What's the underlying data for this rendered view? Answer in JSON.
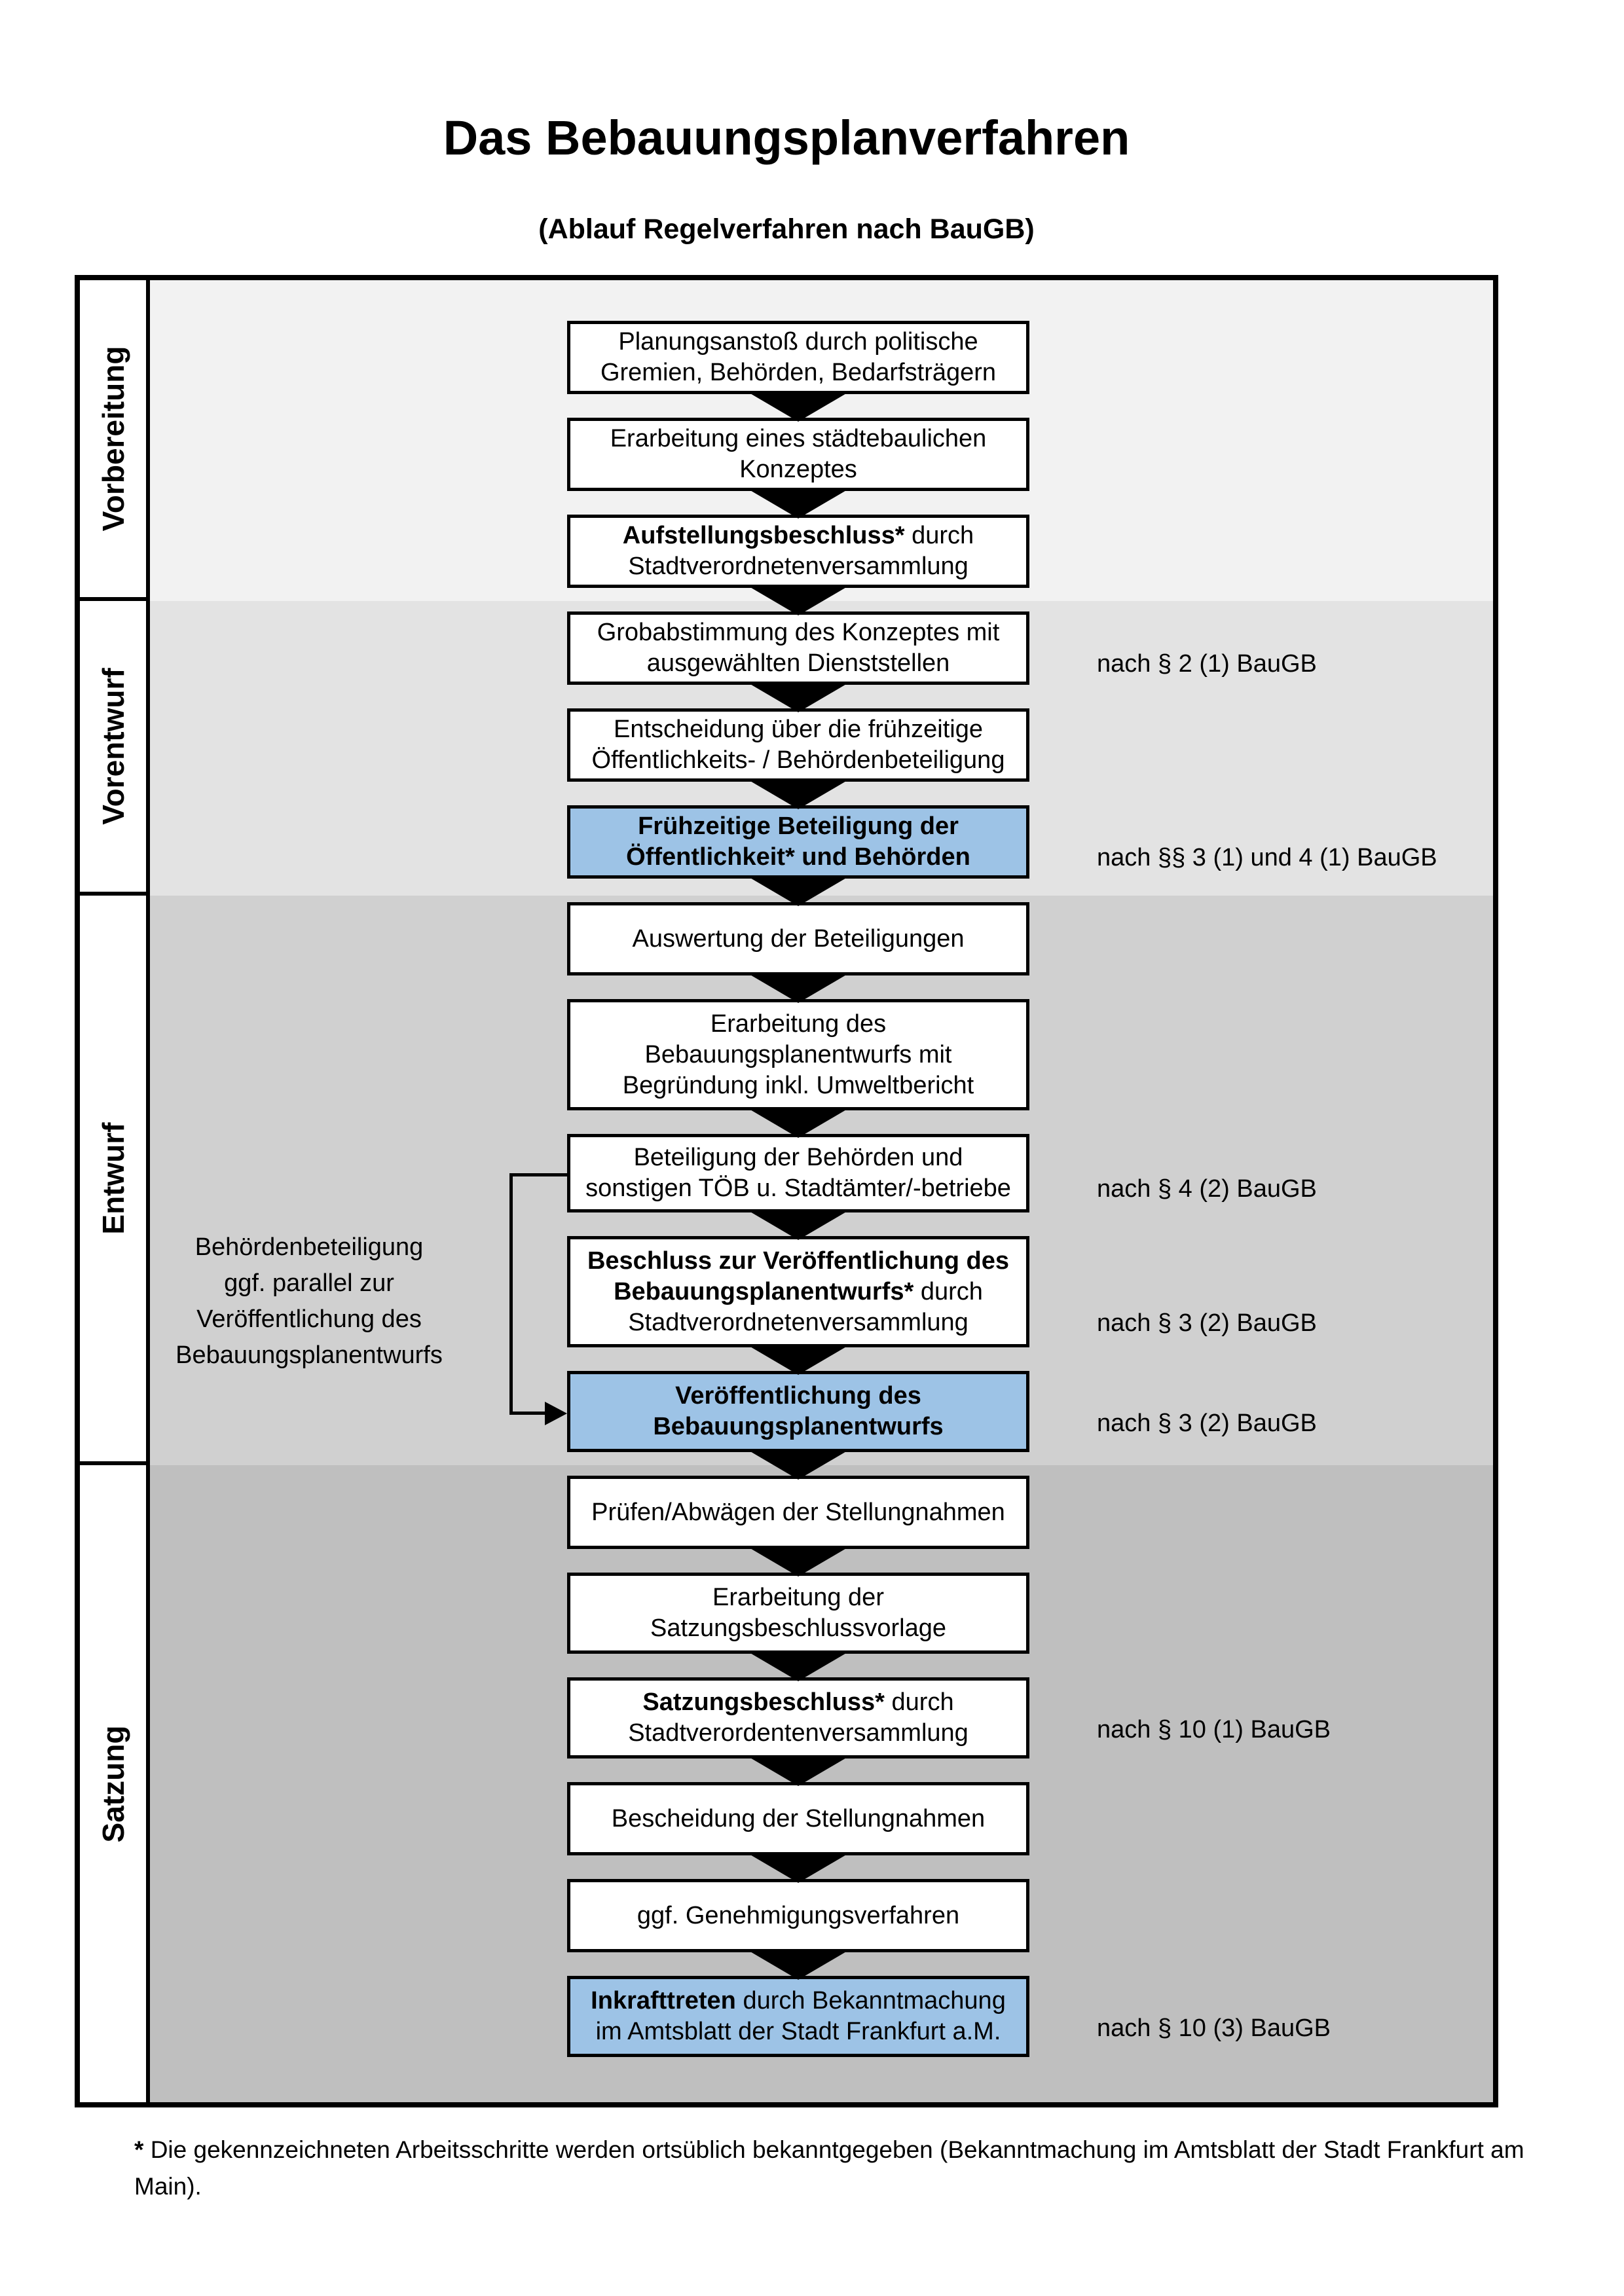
{
  "page": {
    "title": "Das Bebauungsplanverfahren",
    "subtitle": "(Ablauf Regelverfahren nach BauGB)"
  },
  "colors": {
    "highlight_blue": "#9dc3e6",
    "band_vorbereitung": "#f2f2f2",
    "band_vorentwurf": "#e3e3e3",
    "band_entwurf": "#d0d0d0",
    "band_satzung": "#bfbfbf",
    "box_border": "#000000"
  },
  "phases": [
    {
      "label": "Vorbereitung"
    },
    {
      "label": "Vorentwurf"
    },
    {
      "label": "Entwurf"
    },
    {
      "label": "Satzung"
    }
  ],
  "steps": [
    {
      "highlight": false,
      "lines": [
        {
          "bold": "",
          "rest": "Planungsanstoß durch politische"
        },
        {
          "bold": "",
          "rest": "Gremien, Behörden, Bedarfsträgern"
        }
      ]
    },
    {
      "highlight": false,
      "lines": [
        {
          "bold": "",
          "rest": "Erarbeitung eines städtebaulichen"
        },
        {
          "bold": "",
          "rest": "Konzeptes"
        }
      ]
    },
    {
      "highlight": false,
      "lines": [
        {
          "bold": "Aufstellungsbeschluss*",
          "rest": " durch"
        },
        {
          "bold": "",
          "rest": "Stadtverordnetenversammlung"
        }
      ]
    },
    {
      "highlight": false,
      "lines": [
        {
          "bold": "",
          "rest": "Grobabstimmung des Konzeptes mit"
        },
        {
          "bold": "",
          "rest": "ausgewählten Dienststellen"
        }
      ]
    },
    {
      "highlight": false,
      "lines": [
        {
          "bold": "",
          "rest": "Entscheidung über die frühzeitige"
        },
        {
          "bold": "",
          "rest": "Öffentlichkeits- / Behördenbeteiligung"
        }
      ]
    },
    {
      "highlight": true,
      "lines": [
        {
          "bold": "Frühzeitige Beteiligung der",
          "rest": ""
        },
        {
          "bold": "Öffentlichkeit* und Behörden",
          "rest": ""
        }
      ]
    },
    {
      "highlight": false,
      "lines": [
        {
          "bold": "",
          "rest": "Auswertung der Beteiligungen"
        }
      ]
    },
    {
      "highlight": false,
      "lines": [
        {
          "bold": "",
          "rest": "Erarbeitung des"
        },
        {
          "bold": "",
          "rest": "Bebauungsplanentwurfs mit"
        },
        {
          "bold": "",
          "rest": "Begründung inkl. Umweltbericht"
        }
      ]
    },
    {
      "highlight": false,
      "lines": [
        {
          "bold": "",
          "rest": "Beteiligung der Behörden und"
        },
        {
          "bold": "",
          "rest": "sonstigen TÖB u. Stadtämter/-betriebe"
        }
      ]
    },
    {
      "highlight": false,
      "lines": [
        {
          "bold": "Beschluss zur Veröffentlichung des",
          "rest": ""
        },
        {
          "bold": "Bebauungsplanentwurfs*",
          "rest": " durch"
        },
        {
          "bold": "",
          "rest": "Stadtverordnetenversammlung"
        }
      ]
    },
    {
      "highlight": true,
      "lines": [
        {
          "bold": "Veröffentlichung des",
          "rest": ""
        },
        {
          "bold": "Bebauungsplanentwurfs",
          "rest": ""
        }
      ]
    },
    {
      "highlight": false,
      "lines": [
        {
          "bold": "",
          "rest": "Prüfen/Abwägen der Stellungnahmen"
        }
      ]
    },
    {
      "highlight": false,
      "lines": [
        {
          "bold": "",
          "rest": "Erarbeitung der"
        },
        {
          "bold": "",
          "rest": "Satzungsbeschlussvorlage"
        }
      ]
    },
    {
      "highlight": false,
      "lines": [
        {
          "bold": "Satzungsbeschluss*",
          "rest": " durch"
        },
        {
          "bold": "",
          "rest": "Stadtverordentenversammlung"
        }
      ]
    },
    {
      "highlight": false,
      "lines": [
        {
          "bold": "",
          "rest": "Bescheidung der Stellungnahmen"
        }
      ]
    },
    {
      "highlight": false,
      "lines": [
        {
          "bold": "",
          "rest": "ggf. Genehmigungsverfahren"
        }
      ]
    },
    {
      "highlight": true,
      "lines": [
        {
          "bold": "Inkrafttreten",
          "rest": " durch Bekanntmachung"
        },
        {
          "bold": "",
          "rest": "im Amtsblatt der Stadt Frankfurt a.M."
        }
      ]
    }
  ],
  "refs": [
    "nach § 2 (1) BauGB",
    "nach §§ 3 (1) und 4 (1) BauGB",
    "nach § 4 (2) BauGB",
    "nach § 3 (2) BauGB",
    "nach § 3 (2) BauGB",
    "nach § 10 (1) BauGB",
    "nach § 10 (3) BauGB"
  ],
  "annotation": {
    "lines": [
      "Behördenbeteiligung",
      "ggf. parallel zur",
      "Veröffentlichung des",
      "Bebauungsplanentwurfs"
    ]
  },
  "footnote": {
    "marker": "*",
    "text": "Die gekennzeichneten Arbeitsschritte werden ortsüblich bekanntgegeben (Bekanntmachung im Amtsblatt  der Stadt Frankfurt am Main)."
  }
}
